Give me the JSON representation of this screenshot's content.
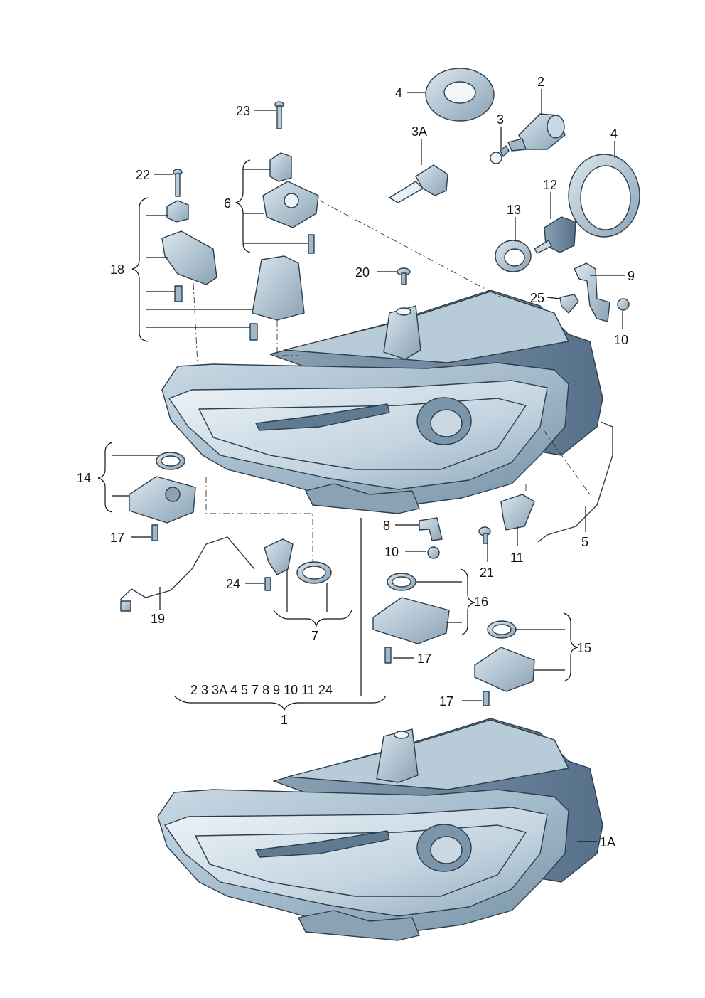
{
  "diagram": {
    "labels": {
      "p1": "1",
      "p1A": "1A",
      "p2": "2",
      "p3": "3",
      "p3A": "3A",
      "p4a": "4",
      "p4b": "4",
      "p5": "5",
      "p6": "6",
      "p7": "7",
      "p8": "8",
      "p9": "9",
      "p10a": "10",
      "p10b": "10",
      "p11": "11",
      "p12": "12",
      "p13": "13",
      "p14": "14",
      "p15": "15",
      "p16": "16",
      "p17a": "17",
      "p17b": "17",
      "p17c": "17",
      "p18": "18",
      "p19": "19",
      "p20": "20",
      "p21": "21",
      "p22": "22",
      "p23": "23",
      "p24": "24",
      "p25": "25",
      "kit_list": "2 3 3A 4 5 7 8 9 10 11 24"
    },
    "colors": {
      "part_fill": "#a9c0d0",
      "part_light": "#d2e0ea",
      "part_dark": "#6f8a9e",
      "outline": "#2e3e4c"
    }
  }
}
